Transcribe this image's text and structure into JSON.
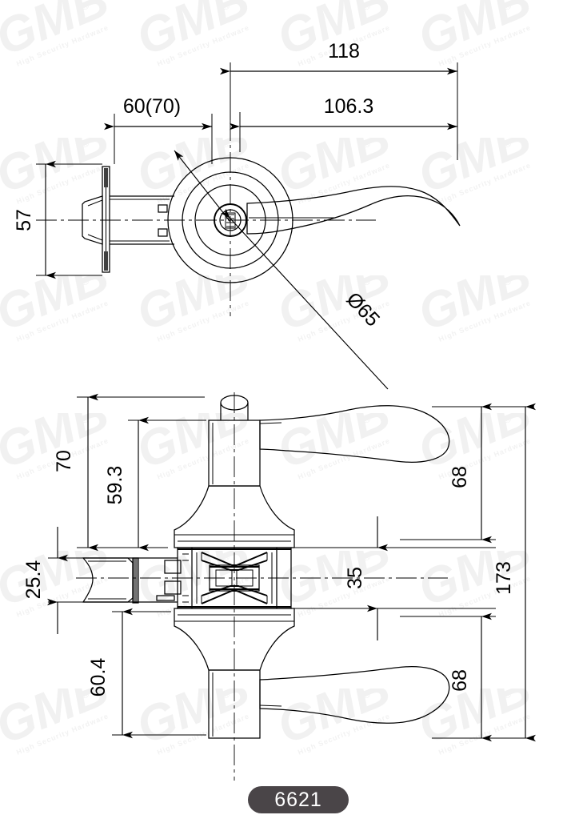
{
  "drawing": {
    "title": "Lever Handle Lock Technical Drawing",
    "model_badge": "6621",
    "units": "mm",
    "line_color": "#000000",
    "badge_color": "#4a4548",
    "badge_text_color": "#ffffff",
    "watermark": {
      "text": "GMB",
      "subtext": "High Security Hardware",
      "registered_mark": "®",
      "color": "#f0f0f0"
    },
    "views": [
      {
        "name": "top-view",
        "label": "",
        "description": "plan view of rosette, lever and latch"
      },
      {
        "name": "side-view",
        "label": "",
        "description": "front elevation cross-section of lock body with upper and lower levers"
      }
    ],
    "dimensions": {
      "top_view": [
        {
          "name": "dim-118",
          "value": "118",
          "orientation": "horizontal"
        },
        {
          "name": "dim-106-3",
          "value": "106.3",
          "orientation": "horizontal"
        },
        {
          "name": "dim-60-70",
          "value": "60(70)",
          "orientation": "horizontal"
        },
        {
          "name": "dim-57",
          "value": "57",
          "orientation": "vertical"
        },
        {
          "name": "dim-dia-65",
          "value": "Ø65",
          "orientation": "diagonal-leader"
        }
      ],
      "side_view": [
        {
          "name": "dim-70",
          "value": "70",
          "orientation": "vertical"
        },
        {
          "name": "dim-59-3",
          "value": "59.3",
          "orientation": "vertical"
        },
        {
          "name": "dim-25-4",
          "value": "25.4",
          "orientation": "vertical"
        },
        {
          "name": "dim-60-4",
          "value": "60.4",
          "orientation": "vertical"
        },
        {
          "name": "dim-68-top",
          "value": "68",
          "orientation": "vertical"
        },
        {
          "name": "dim-35",
          "value": "35",
          "orientation": "vertical"
        },
        {
          "name": "dim-68-bottom",
          "value": "68",
          "orientation": "vertical"
        },
        {
          "name": "dim-173",
          "value": "173",
          "orientation": "vertical"
        }
      ]
    }
  }
}
